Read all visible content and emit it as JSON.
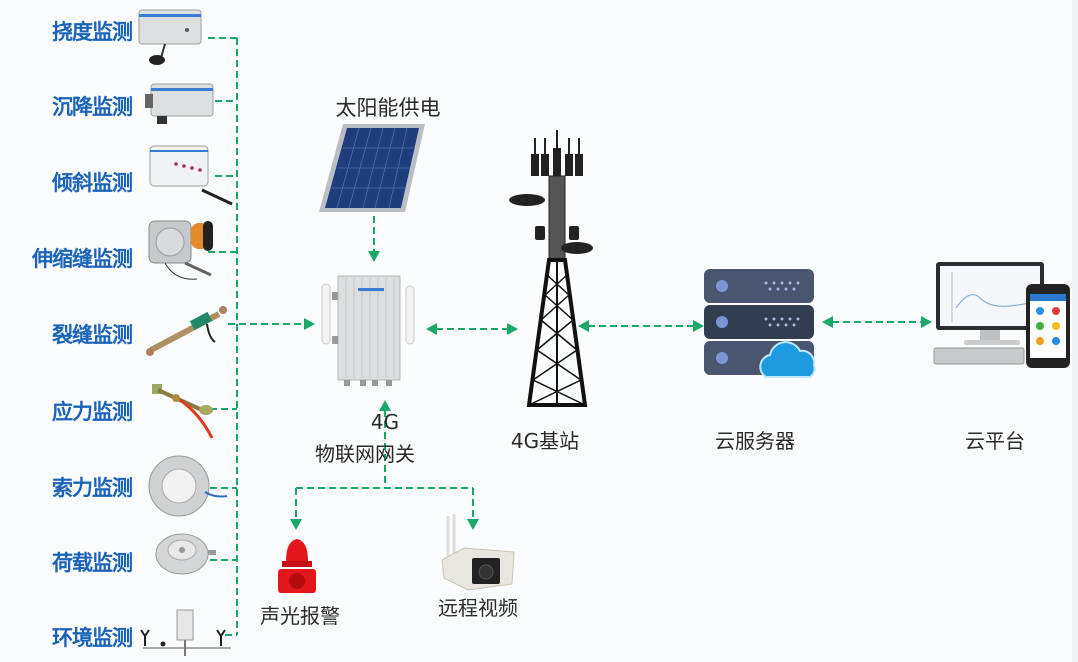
{
  "title": "4G物联网桥梁监测系统架构",
  "sensors": [
    {
      "label": "挠度监测",
      "icon": "deflection-sensor-icon"
    },
    {
      "label": "沉降监测",
      "icon": "settlement-sensor-icon"
    },
    {
      "label": "倾斜监测",
      "icon": "inclination-sensor-icon"
    },
    {
      "label": "伸缩缝监测",
      "icon": "expansion-joint-sensor-icon"
    },
    {
      "label": "裂缝监测",
      "icon": "crack-gauge-icon"
    },
    {
      "label": "应力监测",
      "icon": "strain-gauge-icon"
    },
    {
      "label": "索力监测",
      "icon": "cable-force-sensor-icon"
    },
    {
      "label": "荷载监测",
      "icon": "load-cell-icon"
    },
    {
      "label": "环境监测",
      "icon": "weather-station-icon"
    }
  ],
  "nodes": {
    "solar": {
      "label": "太阳能供电",
      "icon": "solar-panel-icon"
    },
    "gateway": {
      "label_line1": "4G",
      "label_line2": "物联网网关",
      "icon": "gateway-icon"
    },
    "base_station": {
      "label": "4G基站",
      "icon": "cell-tower-icon"
    },
    "server": {
      "label": "云服务器",
      "icon": "cloud-server-icon"
    },
    "platform": {
      "label": "云平台",
      "icon": "computer-phone-icon"
    },
    "alarm": {
      "label": "声光报警",
      "icon": "alarm-light-icon"
    },
    "video": {
      "label": "远程视频",
      "icon": "camera-icon"
    }
  },
  "colors": {
    "sensor_text": "#1a63b8",
    "node_text": "#2a2a2a",
    "connector": "#18a86a",
    "server_body": "#4a5670",
    "cloud": "#1e9be0"
  },
  "connections": [
    {
      "from": "sensors",
      "to": "gateway",
      "direction": "one-way"
    },
    {
      "from": "solar",
      "to": "gateway",
      "direction": "one-way"
    },
    {
      "from": "gateway",
      "to": "base_station",
      "direction": "two-way"
    },
    {
      "from": "base_station",
      "to": "server",
      "direction": "two-way"
    },
    {
      "from": "server",
      "to": "platform",
      "direction": "two-way"
    },
    {
      "from": "gateway",
      "to": "alarm",
      "direction": "one-way"
    },
    {
      "from": "gateway",
      "to": "video",
      "direction": "one-way"
    }
  ]
}
